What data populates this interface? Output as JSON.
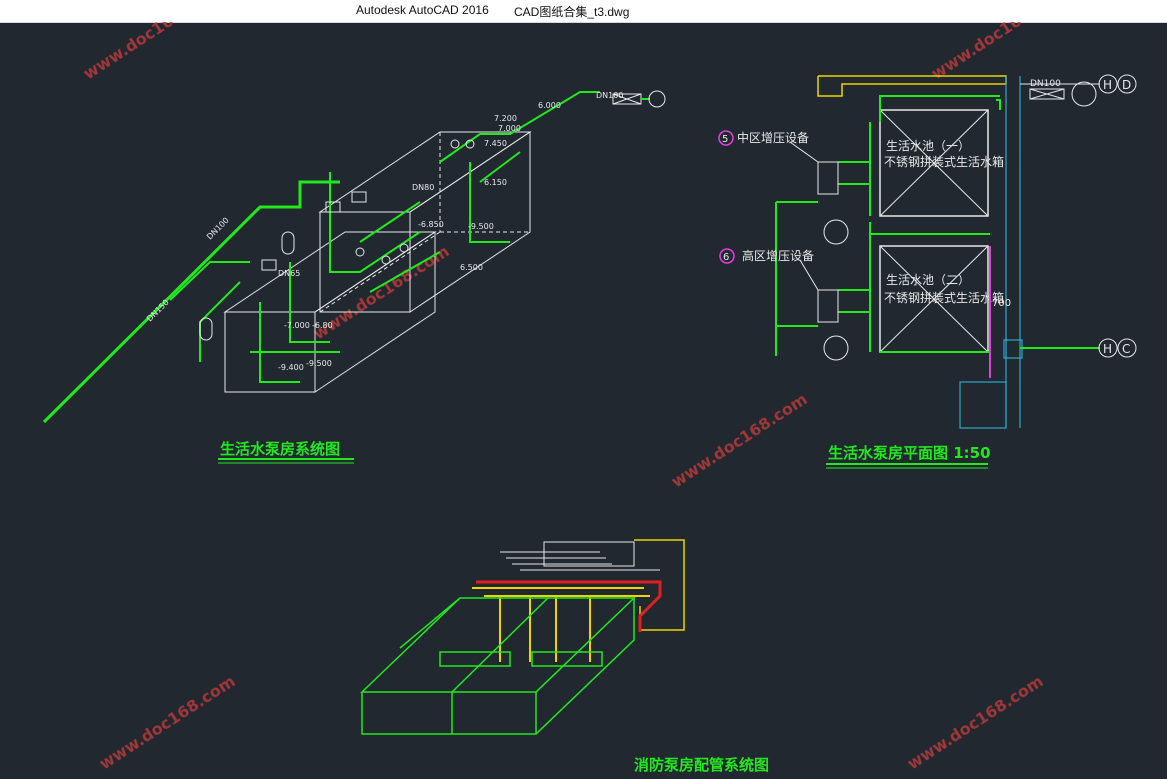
{
  "window": {
    "app_title": "Autodesk AutoCAD 2016",
    "file_name": "CAD图纸合集_t3.dwg"
  },
  "drawing": {
    "background": "#212830",
    "colors": {
      "pipe": "#22e81e",
      "outline": "#e8e8e8",
      "fire": "#e02020",
      "yellow": "#ecd400",
      "accent_blue": "#2fa8c8",
      "magenta": "#e040e0"
    },
    "system_title": "生活水泵房系统图",
    "plan_title": "生活水泵房平面图   1:50",
    "fire_title": "消防泵房配管系统图",
    "tank1_line1": "生活水池（一）",
    "tank1_line2": "不锈钢拼装式生活水箱",
    "tank2_line1": "生活水池（二）",
    "tank2_line2": "不锈钢拼装式生活水箱",
    "equip5_num": "5",
    "equip5_label": "中区增压设备",
    "equip6_num": "6",
    "equip6_label": "高区增压设备",
    "axis_h": "H",
    "axis_d": "D",
    "axis_c": "C",
    "dn_top": "DN100",
    "dim_700": "700",
    "watermark": "www.doc168.com",
    "system_labels": {
      "dn100a": "DN100",
      "dn100b": "DN100",
      "dn150": "DN150",
      "dn65": "DN65",
      "dn80": "DN80",
      "el_6000": "6.000",
      "el_7200": "7.200",
      "el_7000": "7.000",
      "el_7450": "7.450",
      "el_6150": "6.150",
      "el_6850": "-6.850",
      "el_9500a": "-9.500",
      "el_9500b": "-9.500",
      "el_9400": "-9.400",
      "el_6500": "6.500",
      "el_7000b": "-7.000",
      "el_6800": "-6.80"
    }
  }
}
